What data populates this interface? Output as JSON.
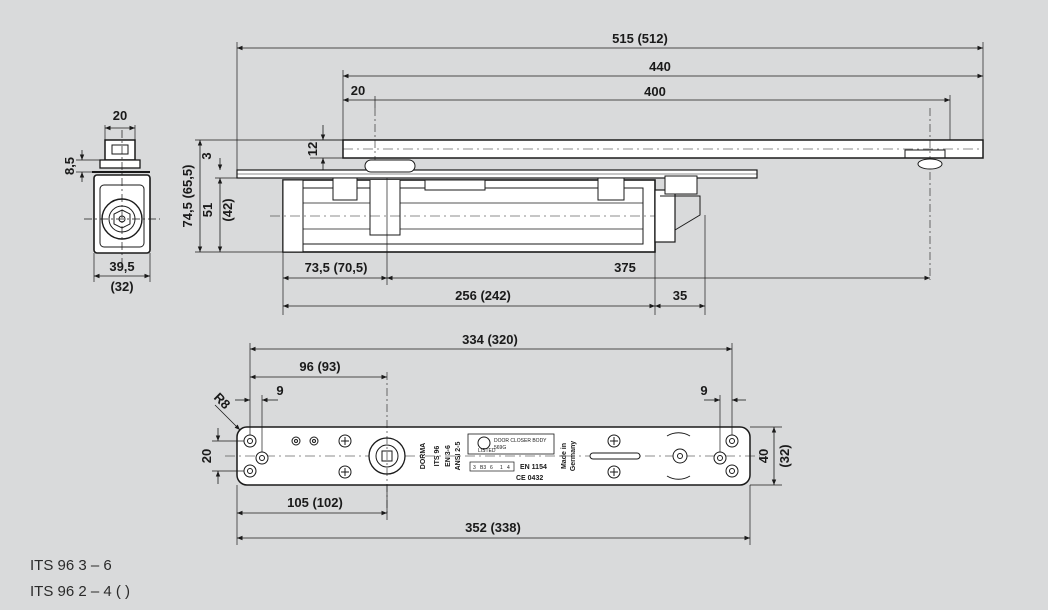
{
  "colors": {
    "background": "#d9dadb",
    "line": "#1a1a1a",
    "part_fill": "#ffffff"
  },
  "side_view": {
    "dims": {
      "width_top": "20",
      "height_top": "8,5",
      "width_bottom": "39,5",
      "width_bottom_alt": "(32)"
    }
  },
  "front_view": {
    "dims": {
      "total_length": "515 (512)",
      "arm_length": "440",
      "arm_pin_spacing": "400",
      "arm_offset": "20",
      "arm_thickness": "12",
      "plate_thickness": "3",
      "overall_height": "74,5 (65,5)",
      "body_height": "51",
      "body_height_alt": "(42)",
      "pivot_offset": "73,5 (70,5)",
      "pivot_to_pin": "375",
      "body_length": "256 (242)",
      "end_cap": "35"
    }
  },
  "plate_view": {
    "dims": {
      "hole_span": "334 (320)",
      "pivot_position": "96 (93)",
      "left_hole_offset": "9",
      "right_hole_offset": "9",
      "corner_radius": "R8",
      "hole_spacing": "20",
      "plate_height": "40",
      "plate_height_alt": "(32)",
      "pivot_bottom": "105 (102)",
      "plate_length": "352 (338)"
    },
    "label": {
      "brand": "DORMA",
      "model": "ITS 96",
      "en": "EN 3-6",
      "ansi": "ANSI 2-5",
      "standard": "EN 1154",
      "ce": "CE 0432",
      "origin_1": "Made in",
      "origin_2": "Germany",
      "ul_text": "DOOR CLOSER BODY",
      "ul_code": "569G",
      "ul_listed": "LISTED",
      "sizes": [
        "3",
        "B3",
        "6",
        "1",
        "4"
      ]
    }
  },
  "captions": [
    "ITS 96 3 – 6",
    "ITS 96 2 – 4 ( )"
  ]
}
